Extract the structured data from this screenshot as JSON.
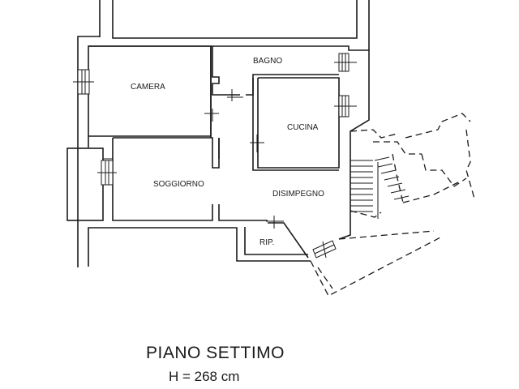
{
  "rooms": {
    "camera": "CAMERA",
    "bagno": "BAGNO",
    "cucina": "CUCINA",
    "soggiorno": "SOGGIORNO",
    "disimpegno": "DISIMPEGNO",
    "rip": "RIP."
  },
  "title": "PIANO SETTIMO",
  "height": "H = 268 cm"
}
